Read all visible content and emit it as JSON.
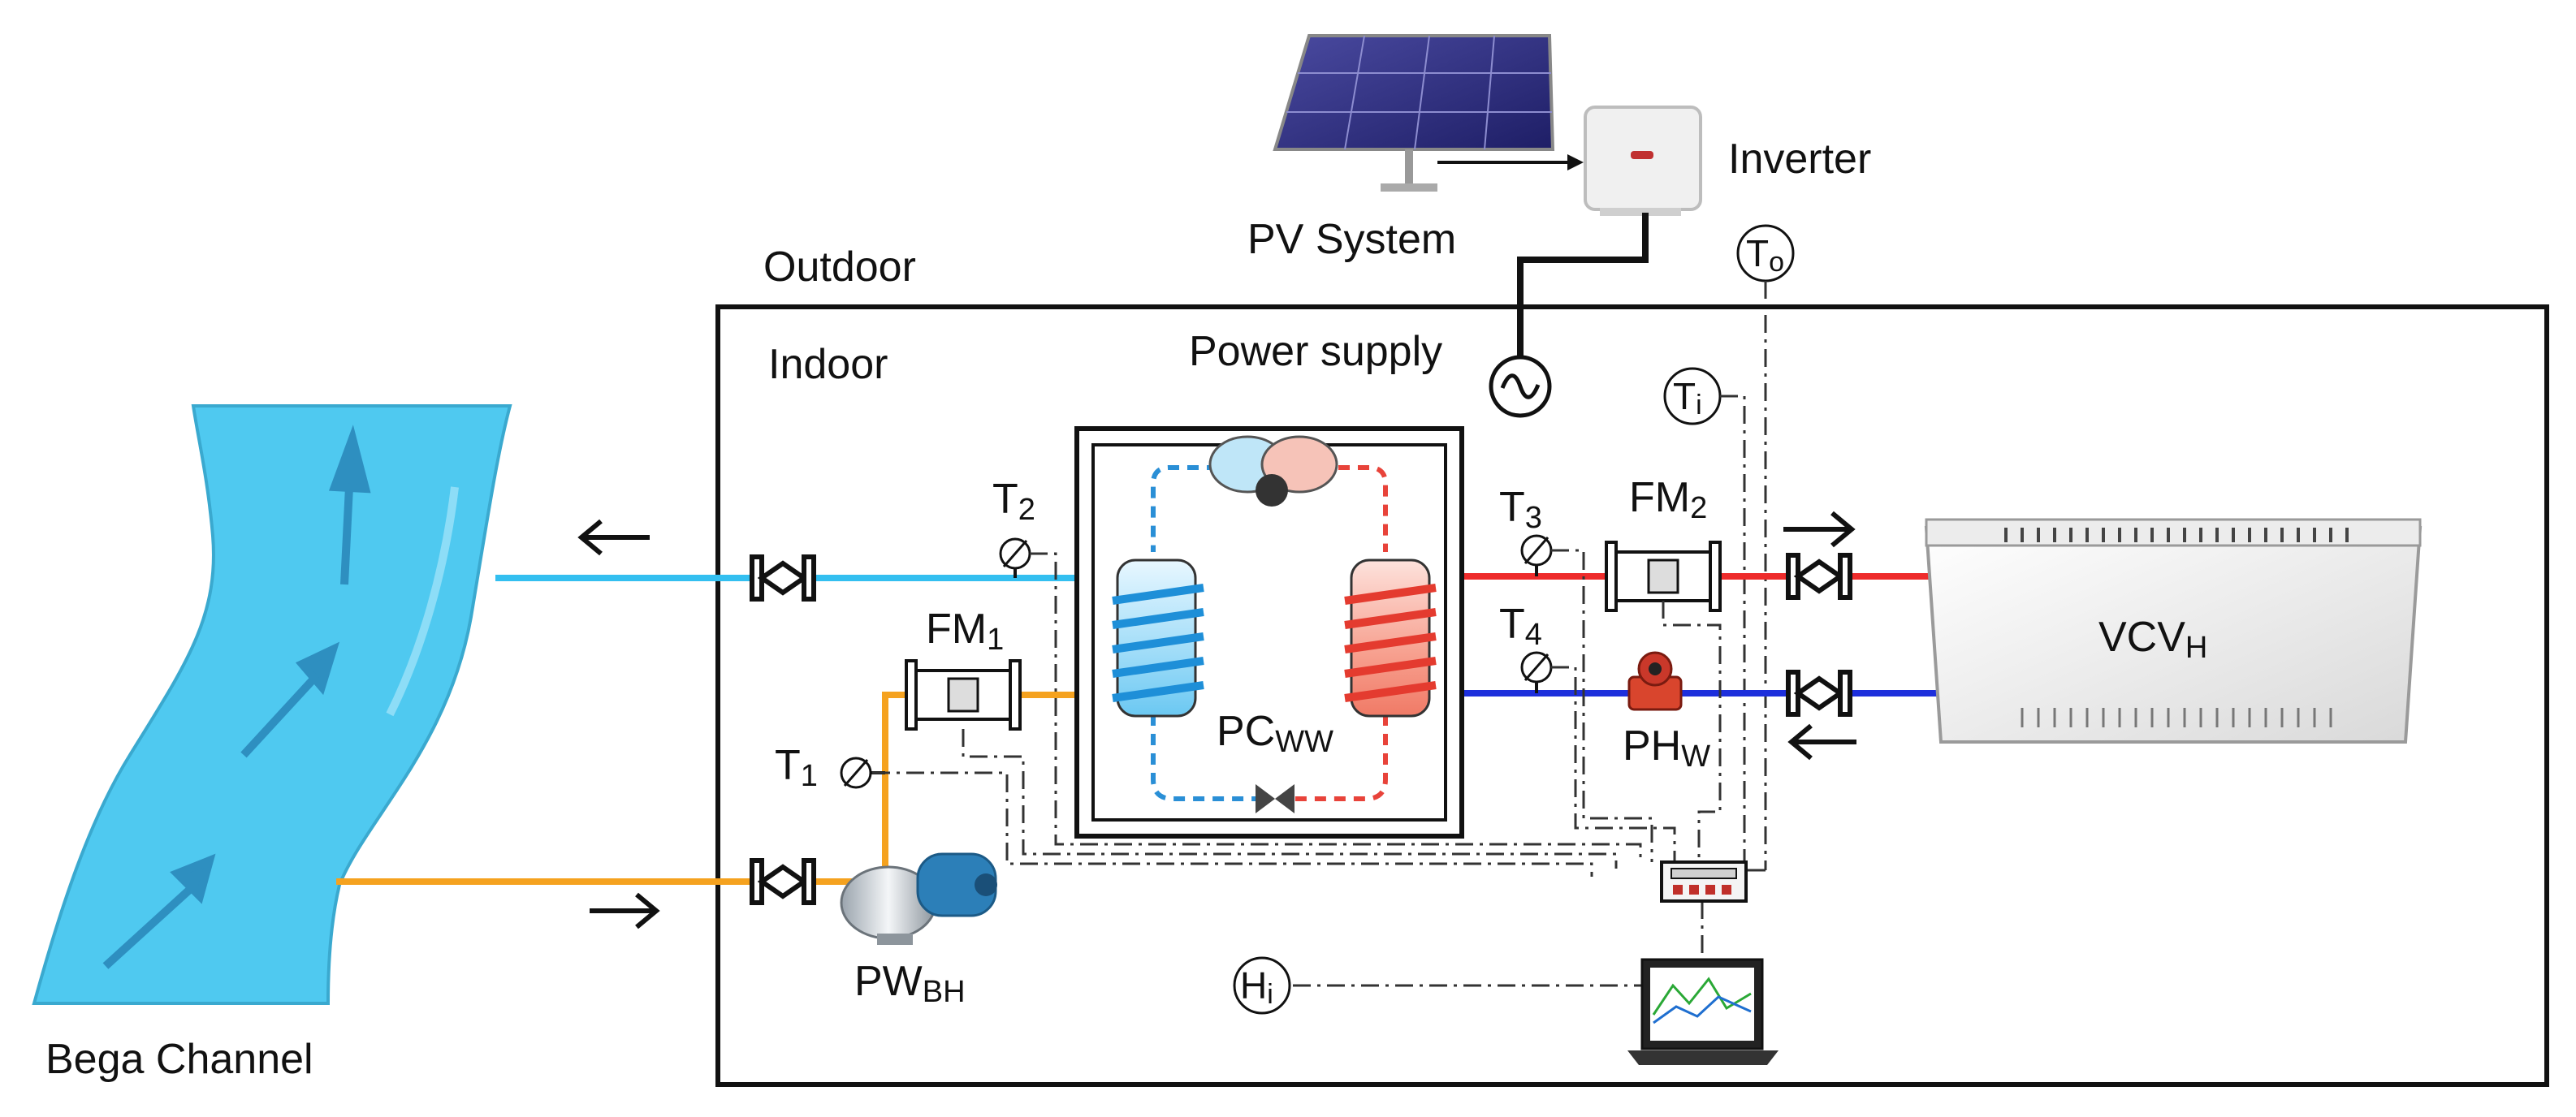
{
  "labels": {
    "inverter": "Inverter",
    "pv_system": "PV System",
    "outdoor": "Outdoor",
    "indoor": "Indoor",
    "power_supply": "Power supply",
    "bega_channel": "Bega Channel"
  },
  "sensors": {
    "to": {
      "main": "T",
      "sub": "o"
    },
    "ti": {
      "main": "T",
      "sub": "i"
    },
    "hi": {
      "main": "H",
      "sub": "i"
    },
    "t1": {
      "main": "T",
      "sub": "1"
    },
    "t2": {
      "main": "T",
      "sub": "2"
    },
    "t3": {
      "main": "T",
      "sub": "3"
    },
    "t4": {
      "main": "T",
      "sub": "4"
    }
  },
  "components": {
    "fm1": {
      "main": "FM",
      "sub": "1"
    },
    "fm2": {
      "main": "FM",
      "sub": "2"
    },
    "pcww": {
      "main": "PC",
      "sub": "WW"
    },
    "phw": {
      "main": "PH",
      "sub": "W"
    },
    "pwbh": {
      "main": "PW",
      "sub": "BH"
    },
    "vcvh": {
      "main": "VCV",
      "sub": "H"
    }
  },
  "colors": {
    "cold_pipe": "#33bff0",
    "hot_pipe": "#ee2b2b",
    "return_pipe": "#1d2fdc",
    "source_pipe": "#f5a21f",
    "channel": "#4fc9f0",
    "frame": "#111111"
  },
  "icons": [
    "solar-panel-icon",
    "inverter-icon",
    "ac-source-icon",
    "valve-icon",
    "flow-meter-icon",
    "circulation-pump-icon",
    "well-pump-icon",
    "fan-coil-icon",
    "data-logger-icon",
    "laptop-icon"
  ]
}
